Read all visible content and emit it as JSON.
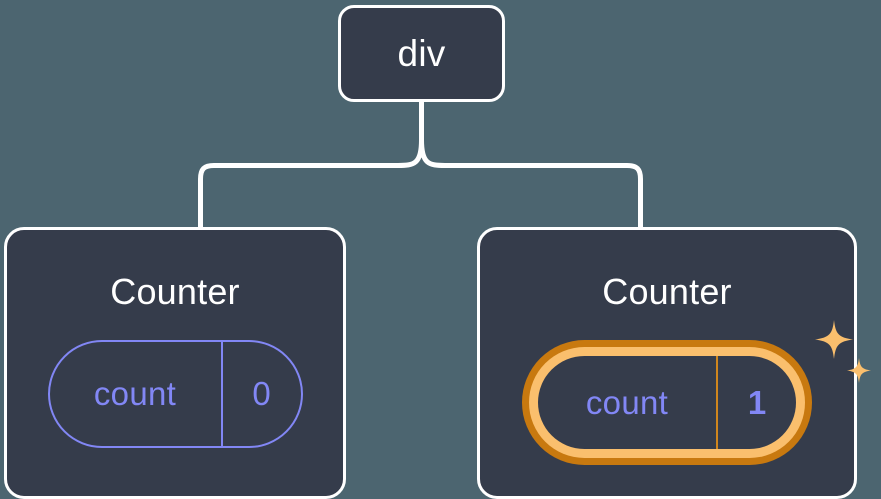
{
  "diagram": {
    "title": "React component tree with highlighted state update",
    "background_color": "#4c6570",
    "card_color": "#353c4b",
    "connector_color": "#ffffff",
    "accent_purple": "#8287f5",
    "accent_orange_outer": "#c8790f",
    "accent_orange_inner": "#fabf6d"
  },
  "root": {
    "label": "div"
  },
  "children": [
    {
      "label": "Counter",
      "state": {
        "key": "count",
        "value": "0"
      },
      "highlighted": false
    },
    {
      "label": "Counter",
      "state": {
        "key": "count",
        "value": "1"
      },
      "highlighted": true,
      "sparkle_large": "sparkle-icon",
      "sparkle_small": "sparkle-icon"
    }
  ]
}
